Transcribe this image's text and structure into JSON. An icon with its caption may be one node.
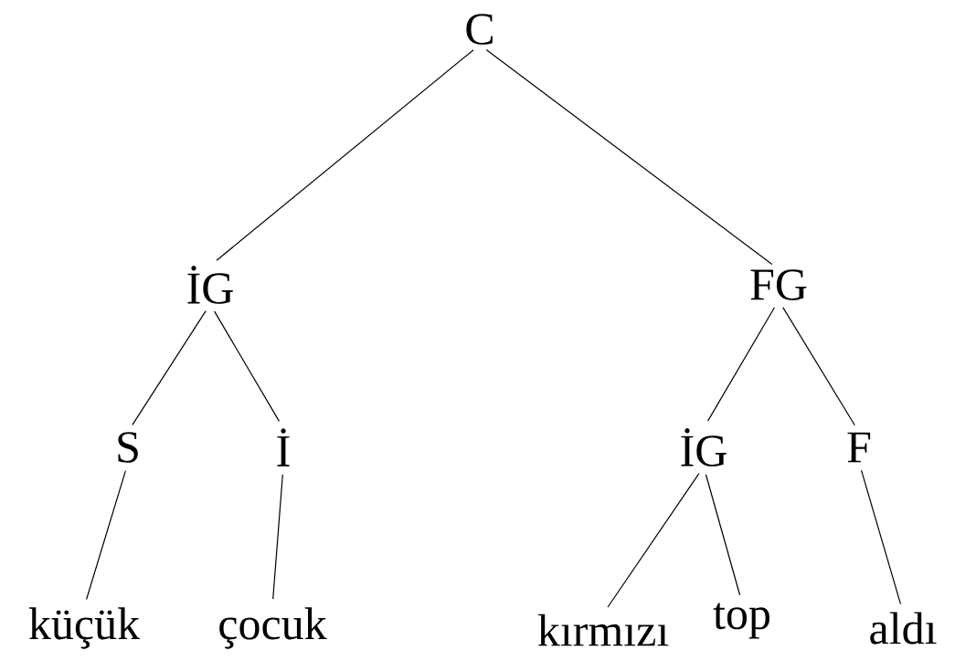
{
  "diagram": {
    "nodes": [
      {
        "text": [
          "C"
        ]
      },
      {
        "text": [
          "İG"
        ]
      },
      {
        "text": [
          "FG"
        ]
      },
      {
        "text": [
          "S"
        ]
      },
      {
        "text": [
          "İ"
        ]
      },
      {
        "text": [
          "İG"
        ]
      },
      {
        "text": [
          "F"
        ]
      },
      {
        "text": [
          "küçük"
        ]
      },
      {
        "text": [
          "çocuk"
        ]
      },
      {
        "text": [
          "kırmızı"
        ]
      },
      {
        "text": [
          "top"
        ]
      },
      {
        "text": [
          "aldı"
        ]
      }
    ],
    "edges": [
      {
        "from": 0,
        "to": 1,
        "arrow": "none"
      },
      {
        "from": 0,
        "to": 2,
        "arrow": "none"
      },
      {
        "from": 1,
        "to": 3,
        "arrow": "none"
      },
      {
        "from": 1,
        "to": 4,
        "arrow": "none"
      },
      {
        "from": 2,
        "to": 5,
        "arrow": "none"
      },
      {
        "from": 2,
        "to": 6,
        "arrow": "none"
      },
      {
        "from": 3,
        "to": 7,
        "arrow": "none"
      },
      {
        "from": 4,
        "to": 8,
        "arrow": "none"
      },
      {
        "from": 5,
        "to": 9,
        "arrow": "none"
      },
      {
        "from": 5,
        "to": 10,
        "arrow": "none"
      },
      {
        "from": 6,
        "to": 11,
        "arrow": "none"
      }
    ]
  }
}
